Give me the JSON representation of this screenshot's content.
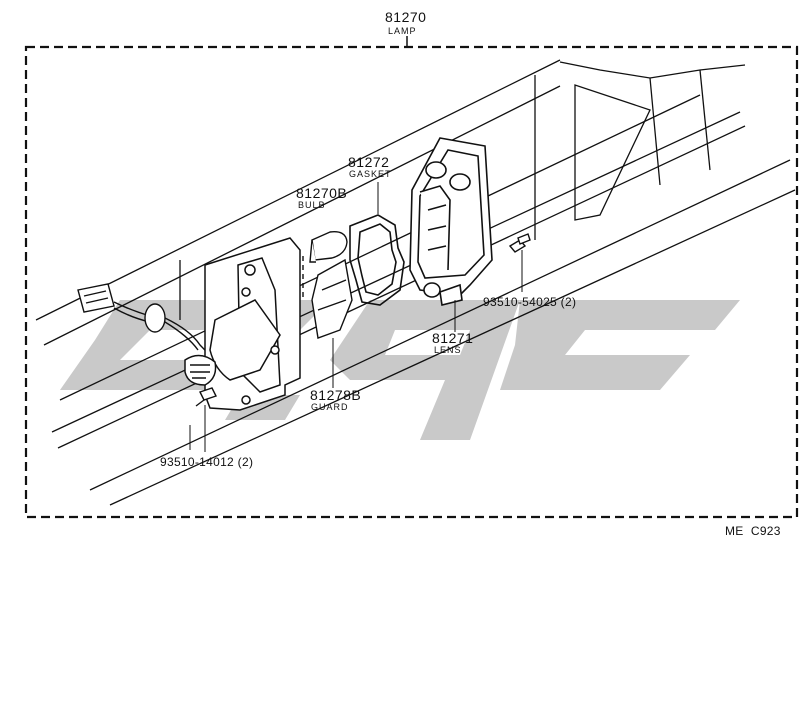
{
  "assembly": {
    "number": "81270",
    "name": "LAMP"
  },
  "parts": {
    "gasket": {
      "number": "81272",
      "name": "GASKET"
    },
    "bulb": {
      "number": "81270B",
      "name": "BULB"
    },
    "lens": {
      "number": "81271",
      "name": "LENS"
    },
    "guard": {
      "number": "81278B",
      "name": "GUARD"
    },
    "screw_upper": {
      "label": "93510-54025 (2)"
    },
    "screw_lower": {
      "label": "93510-14012 (2)"
    }
  },
  "figure_code": "ME  C923",
  "colors": {
    "ink": "#111111",
    "watermark": "#c8c8c8",
    "paper": "#ffffff"
  }
}
